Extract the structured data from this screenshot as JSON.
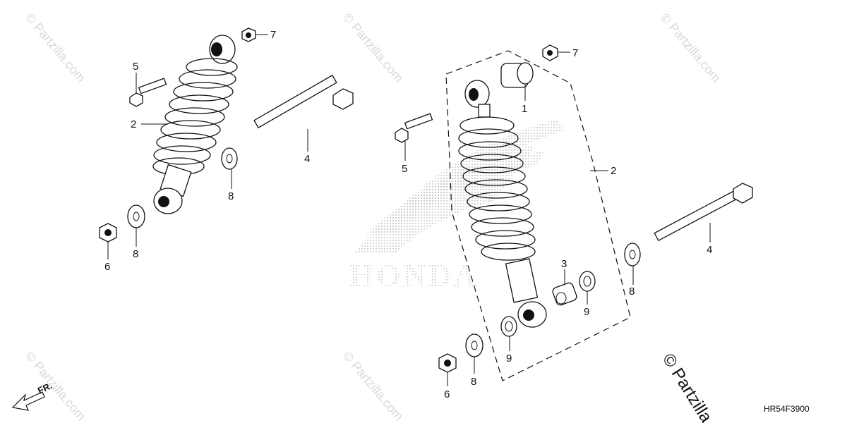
{
  "watermark": {
    "text": "© Partzilla.com",
    "main_text": "© Partzilla"
  },
  "brand_logo": "HONDA",
  "drawing_code": "HR54F3900",
  "direction_label": "FR.",
  "callouts": {
    "left_1_top_nut": "7",
    "left_bolt_5": "5",
    "left_spring_2": "2",
    "left_bolt_4": "4",
    "left_washer_8a": "8",
    "left_washer_8b": "8",
    "left_nut_6": "6",
    "right_nut_7": "7",
    "right_bushing_1": "1",
    "right_bolt_5": "5",
    "right_spring_2": "2",
    "right_bolt_4": "4",
    "right_collar_3": "3",
    "right_seal_9a": "9",
    "right_seal_9b": "9",
    "right_washer_8a": "8",
    "right_washer_8b": "8",
    "right_nut_6": "6"
  }
}
